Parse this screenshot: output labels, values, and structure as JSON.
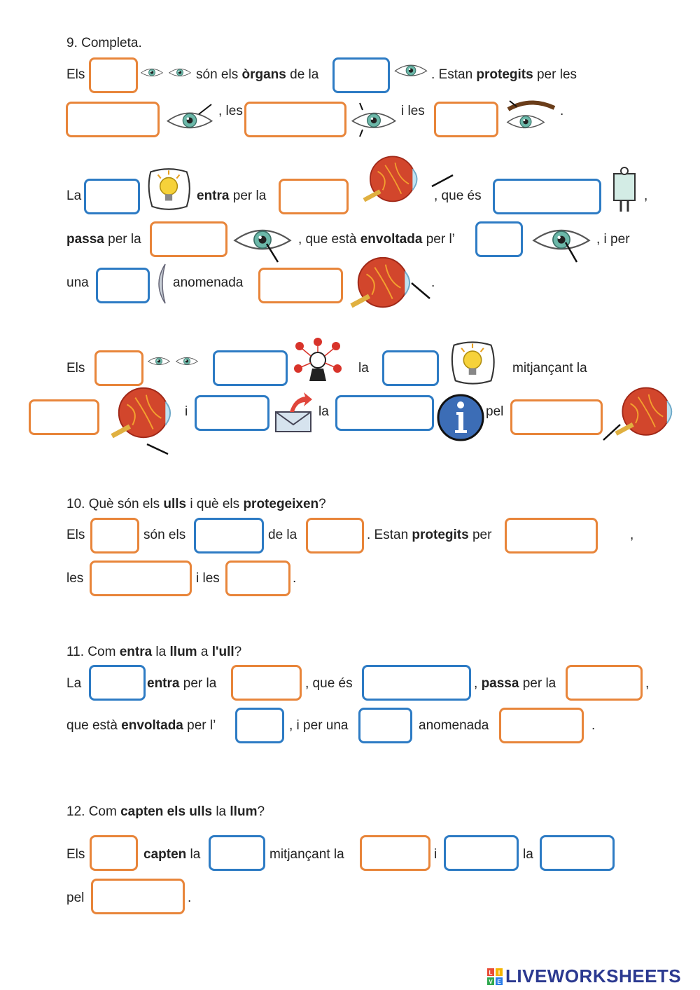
{
  "ex9": {
    "title": "9. Completa.",
    "r1": {
      "a": "Els",
      "b": "són els ",
      "c": "òrgans",
      "d": " de la",
      "e": ". Estan ",
      "f": "protegits",
      "g": " per les"
    },
    "r2": {
      "a": ", les",
      "b": "i les",
      "c": "."
    },
    "r3": {
      "a": "La",
      "b": "entra",
      "c": " per la",
      "d": ", que és",
      "e": ","
    },
    "r4": {
      "a": "passa",
      "b": " per la",
      "c": ", que està ",
      "d": "envoltada",
      "e": " per l’",
      "f": ", i per"
    },
    "r5": {
      "a": "una",
      "b": "anomenada",
      "c": "."
    },
    "r6": {
      "a": "Els",
      "b": "la",
      "c": "mitjançant la"
    },
    "r7": {
      "a": "i",
      "b": "la",
      "c": "pel"
    }
  },
  "ex10": {
    "title_a": "10. Què són els ",
    "title_b": "ulls",
    "title_c": " i què els ",
    "title_d": "protegeixen",
    "title_e": "?",
    "r1": {
      "a": "Els",
      "b": "són els",
      "c": "de la",
      "d": ". Estan ",
      "e": "protegits",
      "f": " per",
      "g": ","
    },
    "r2": {
      "a": "les",
      "b": "i les",
      "c": "."
    }
  },
  "ex11": {
    "title_a": "11. Com ",
    "title_b": "entra",
    "title_c": " la ",
    "title_d": "llum",
    "title_e": " a ",
    "title_f": "l'ull",
    "title_g": "?",
    "r1": {
      "a": "La",
      "b": "entra",
      "c": " per la",
      "d": ", que és",
      "e": ", ",
      "f": "passa",
      "g": " per la",
      "h": ","
    },
    "r2": {
      "a": "que està ",
      "b": "envoltada",
      "c": " per l’",
      "d": ", i per una",
      "e": "anomenada",
      "f": "."
    }
  },
  "ex12": {
    "title_a": "12. Com ",
    "title_b": "capten els ulls",
    "title_c": " la ",
    "title_d": "llum",
    "title_e": "?",
    "r1": {
      "a": "Els",
      "b": "capten",
      "c": " la",
      "d": "mitjançant la",
      "e": "i",
      "f": "la"
    },
    "r2": {
      "a": "pel",
      "b": "."
    }
  },
  "footer": {
    "brand": "LIVEWORKSHEETS",
    "logo_letters": [
      "L",
      "I",
      "V",
      "E"
    ]
  },
  "icons": [
    "eyes-pair-icon",
    "eye-icon",
    "eyelashes-icon",
    "eyelids-icon",
    "eyebrows-icon",
    "lightbulb-icon",
    "eyeball-cornea-icon",
    "transparent-glass-icon",
    "iris-icon",
    "lens-icon",
    "eyeball-retina-icon",
    "perception-icon",
    "eyeball-optic-nerve-icon",
    "send-message-icon",
    "information-icon"
  ],
  "colors": {
    "orange_box": "#e8853a",
    "blue_box": "#2d7bc4",
    "logo": "#2b3990"
  }
}
